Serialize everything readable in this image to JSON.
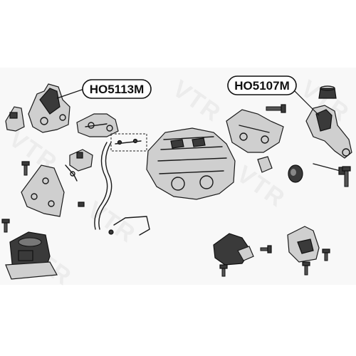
{
  "watermark": {
    "text": "VTR",
    "color": "#ececec"
  },
  "callouts": [
    {
      "id": "left",
      "label": "HO5113M"
    },
    {
      "id": "right",
      "label": "HO5107M"
    }
  ],
  "parts": [
    {
      "name": "front-engine-mount",
      "icon": "mount-icon"
    },
    {
      "name": "rear-engine-mount",
      "icon": "mount-icon"
    },
    {
      "name": "rubber-bushing",
      "icon": "bushing-icon"
    },
    {
      "name": "engine-block",
      "icon": "engine-icon"
    },
    {
      "name": "vacuum-hose",
      "icon": "hose-icon"
    },
    {
      "name": "hydraulic-mount",
      "icon": "mount-icon"
    },
    {
      "name": "mounting-bolt",
      "icon": "bolt-icon"
    }
  ]
}
